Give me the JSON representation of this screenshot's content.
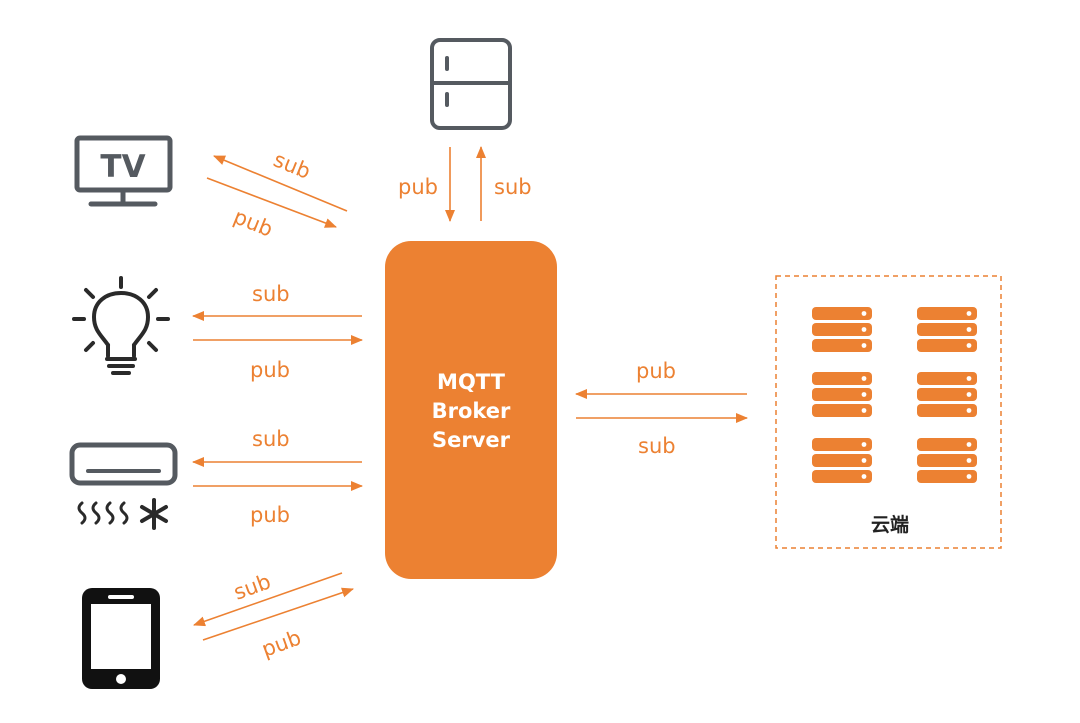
{
  "broker": {
    "line1": "MQTT",
    "line2": "Broker",
    "line3": "Server"
  },
  "cloud": {
    "label": "云端"
  },
  "fridge": {
    "sub": "sub",
    "pub": "pub"
  },
  "tv": {
    "sub": "sub",
    "pub": "pub"
  },
  "lightbulb": {
    "sub": "sub",
    "pub": "pub"
  },
  "air_conditioner": {
    "sub": "sub",
    "pub": "pub"
  },
  "phone": {
    "sub": "sub",
    "pub": "pub"
  },
  "cloud_link": {
    "pub": "pub",
    "sub": "sub"
  },
  "tv_icon_text": "TV",
  "colors": {
    "accent": "#ec8132",
    "icon_gray": "#555a60",
    "icon_dark": "#2a2a2a"
  },
  "icons": [
    "fridge-icon",
    "tv-icon",
    "lightbulb-icon",
    "air-conditioner-icon",
    "smartphone-icon",
    "server-icon"
  ]
}
